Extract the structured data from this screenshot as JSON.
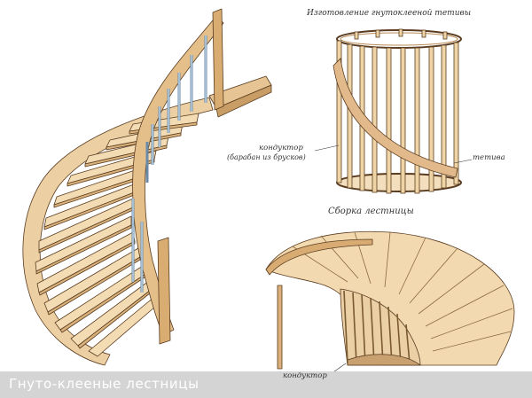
{
  "labels": {
    "bent_stringer_title": "Изготовление гнутоклееной тетивы",
    "conductor_label": "кондуктор",
    "conductor_sublabel": "(барабан из брусков)",
    "stringer_label": "тетива",
    "assembly_title": "Сборка лестницы",
    "conductor_bottom_label": "кондуктор"
  },
  "caption": {
    "text": "Гнуто-клееные лестницы"
  },
  "colors": {
    "wood_light": "#f0d7ad",
    "wood_mid": "#dfb983",
    "wood_dark": "#b88a55",
    "outline": "#5a3c20",
    "baluster_blue": "#a9c6de",
    "caption_bg": "#c8c8c8",
    "caption_text": "#ffffff"
  }
}
